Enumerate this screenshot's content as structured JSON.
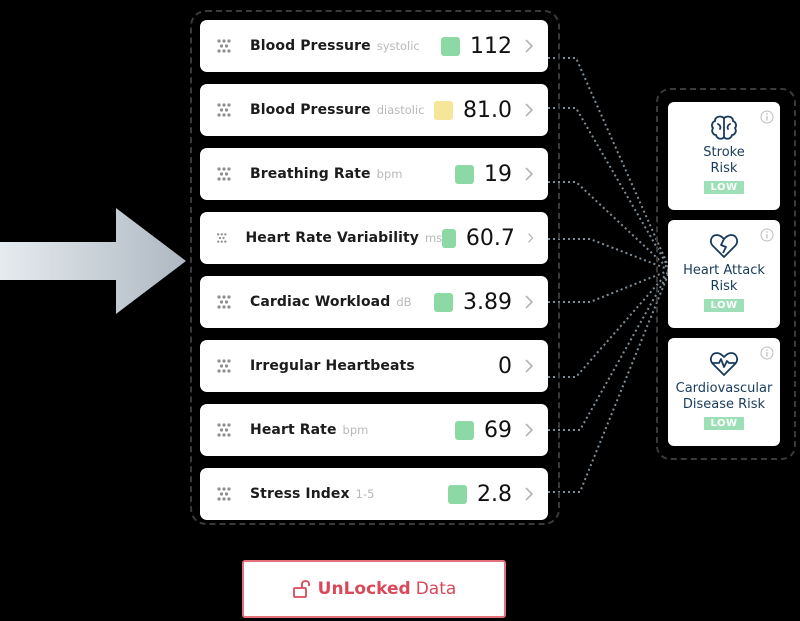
{
  "metrics": [
    {
      "name": "Blood Pressure",
      "unit": "systolic",
      "value": "112",
      "status_color": "#8cd9a6"
    },
    {
      "name": "Blood Pressure",
      "unit": "diastolic",
      "value": "81.0",
      "status_color": "#f5e69a"
    },
    {
      "name": "Breathing Rate",
      "unit": "bpm",
      "value": "19",
      "status_color": "#8cd9a6"
    },
    {
      "name": "Heart Rate Variability",
      "unit": "ms",
      "value": "60.7",
      "status_color": "#8cd9a6"
    },
    {
      "name": "Cardiac Workload",
      "unit": "dB",
      "value": "3.89",
      "status_color": "#8cd9a6"
    },
    {
      "name": "Irregular Heartbeats",
      "unit": "",
      "value": "0",
      "status_color": null
    },
    {
      "name": "Heart Rate",
      "unit": "bpm",
      "value": "69",
      "status_color": "#8cd9a6"
    },
    {
      "name": "Stress Index",
      "unit": "1-5",
      "value": "2.8",
      "status_color": "#8cd9a6"
    }
  ],
  "risks": [
    {
      "title_line1": "Stroke",
      "title_line2": "Risk",
      "level": "LOW",
      "icon": "brain-icon"
    },
    {
      "title_line1": "Heart Attack",
      "title_line2": "Risk",
      "level": "LOW",
      "icon": "broken-heart-icon"
    },
    {
      "title_line1": "Cardiovascular",
      "title_line2": "Disease Risk",
      "level": "LOW",
      "icon": "heart-pulse-icon"
    }
  ],
  "unlock": {
    "strong": "UnLocked",
    "rest": "Data"
  },
  "colors": {
    "accent": "#d9495a",
    "risk_text": "#183b5b",
    "badge_low": "#9ddfb6",
    "status_green": "#8cd9a6",
    "status_yellow": "#f5e69a"
  }
}
